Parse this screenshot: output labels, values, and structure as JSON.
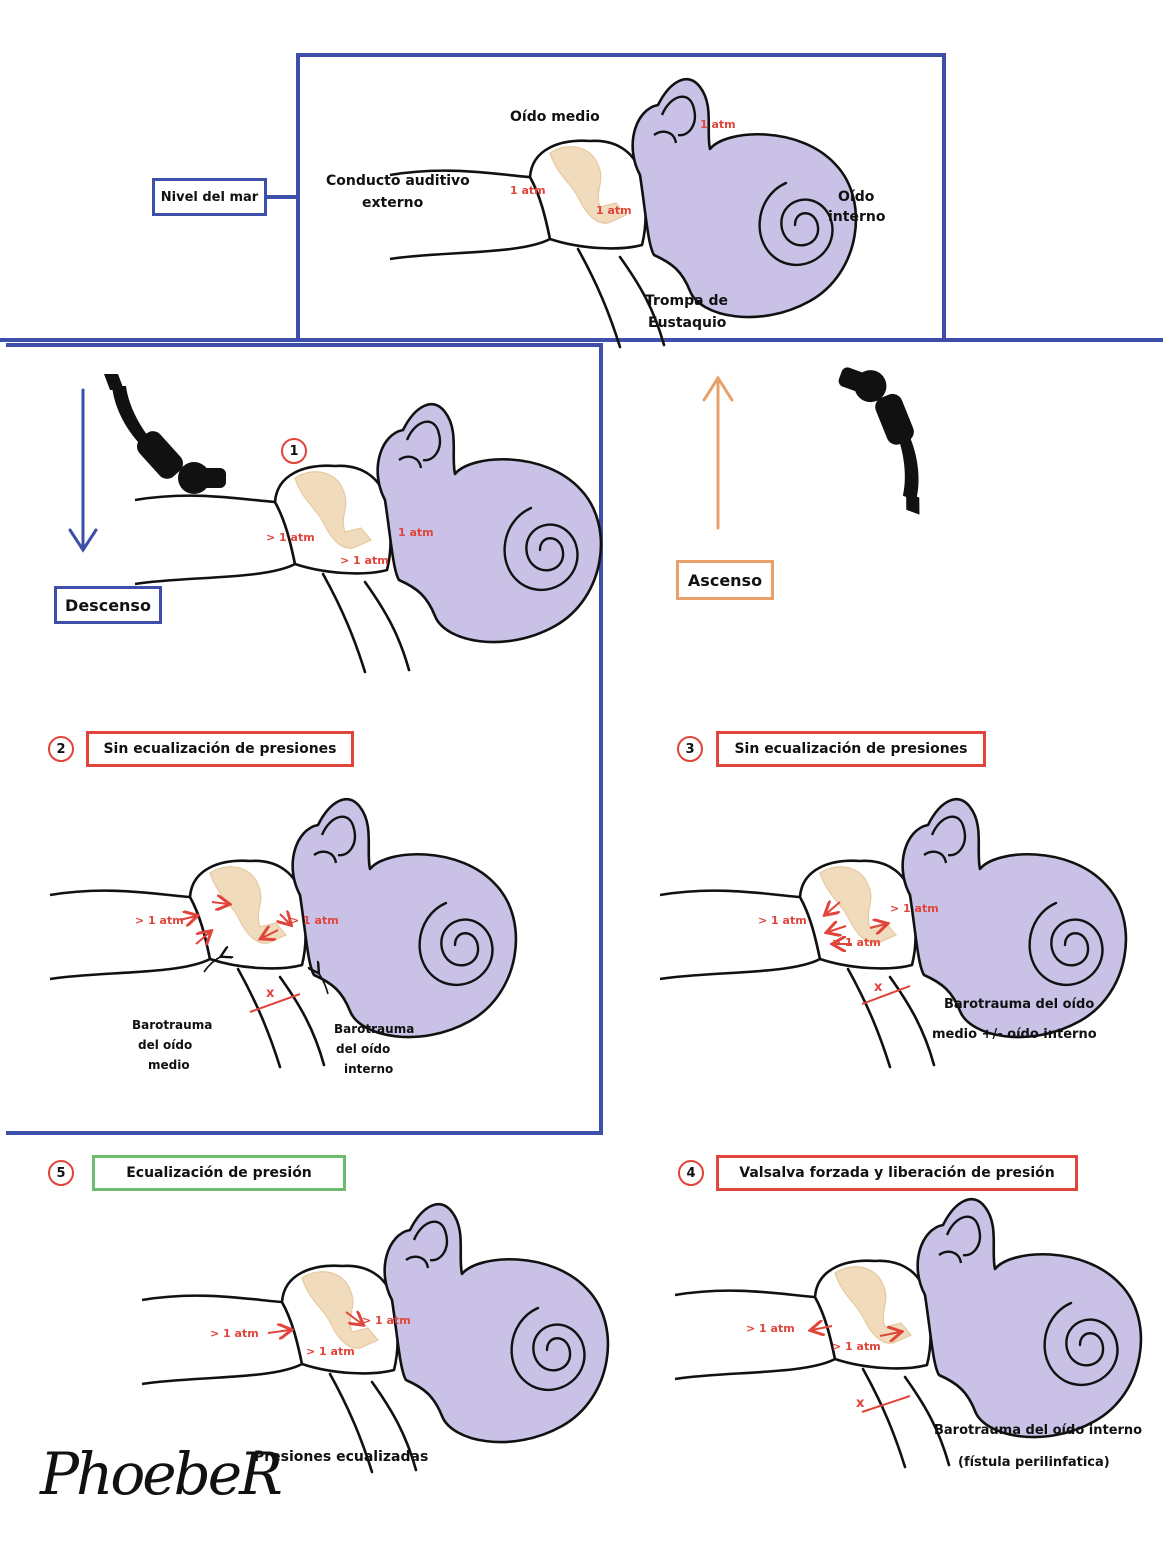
{
  "colors": {
    "frame_blue": "#3d4fa8",
    "ascent_orange": "#e8a06a",
    "alert_red": "#e0443a",
    "ok_green": "#6dbb6d",
    "inner_ear": "#c9c2e6",
    "ossicles": "#f0dcbc"
  },
  "top": {
    "sea_level": "Nivel del mar",
    "middle_ear": "Oído medio",
    "ext_canal_1": "Conducto auditivo",
    "ext_canal_2": "externo",
    "inner_1": "Oído",
    "inner_2": "interno",
    "tube_1": "Trompa de",
    "tube_2": "Eustaquio",
    "atm_canal": "1 atm",
    "atm_middle": "1 atm",
    "atm_inner": "1 atm"
  },
  "descent": {
    "label": "Descenso",
    "step1": {
      "num": "1",
      "atm_canal": "> 1 atm",
      "atm_middle": "> 1 atm",
      "atm_inner": "1 atm"
    },
    "step2": {
      "num": "2",
      "title": "Sin ecualización de presiones",
      "atm_canal": "> 1 atm",
      "atm_inner": "> 1 atm",
      "tube_x": "x",
      "mid_1": "Barotrauma",
      "mid_2": "del oído",
      "mid_3": "medio",
      "inn_1": "Barotrauma",
      "inn_2": "del oído",
      "inn_3": "interno"
    }
  },
  "ascent": {
    "label": "Ascenso",
    "step3": {
      "num": "3",
      "title": "Sin ecualización de presiones",
      "atm_canal": "> 1 atm",
      "atm_middle": "> 1 atm",
      "atm_inner": "> 1 atm",
      "tube_x": "x",
      "desc_1": "Barotrauma del oído",
      "desc_2": "medio +/- oído interno"
    },
    "step4": {
      "num": "4",
      "title": "Valsalva forzada y liberación de presión",
      "atm_canal": "> 1 atm",
      "atm_middle": "> 1 atm",
      "tube_x": "x",
      "desc_1": "Barotrauma del oído interno",
      "desc_2": "(fístula perilinfatica)"
    }
  },
  "step5": {
    "num": "5",
    "title": "Ecualización de presión",
    "atm_canal": "> 1 atm",
    "atm_middle": "> 1 atm",
    "atm_inner": "> 1 atm",
    "caption": "Presiones ecualizadas"
  },
  "signature": "PhoebeR"
}
